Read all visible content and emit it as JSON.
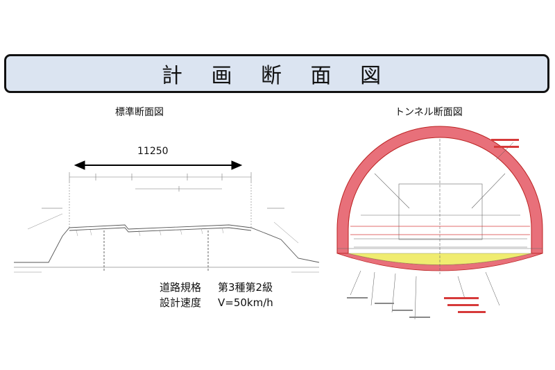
{
  "title": "計 画 断 面 図",
  "left_panel": {
    "label": "標準断面図",
    "width_dimension": "11250"
  },
  "right_panel": {
    "label": "トンネル断面図"
  },
  "specs": [
    {
      "key": "道路規格",
      "value": "第3種第2級"
    },
    {
      "key": "設計速度",
      "value": "V=50km/h"
    }
  ],
  "colors": {
    "title_bg": "#dbe4f1",
    "lining": "#e8707a",
    "invert": "#f0ec70",
    "annotation_red": "#d63a3a"
  }
}
